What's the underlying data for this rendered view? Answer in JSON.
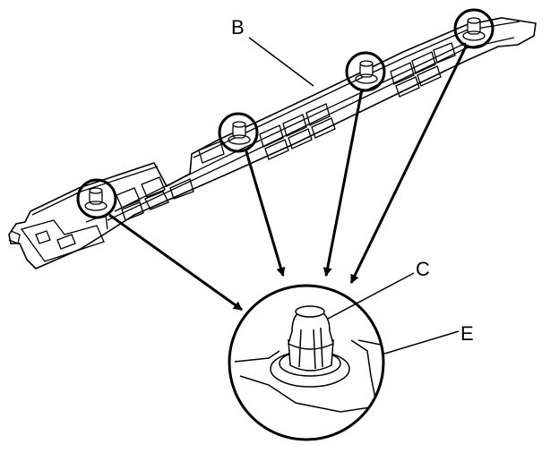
{
  "labels": {
    "b": "B",
    "c": "C",
    "e": "E"
  },
  "colors": {
    "line": "#000000",
    "background": "#ffffff"
  }
}
